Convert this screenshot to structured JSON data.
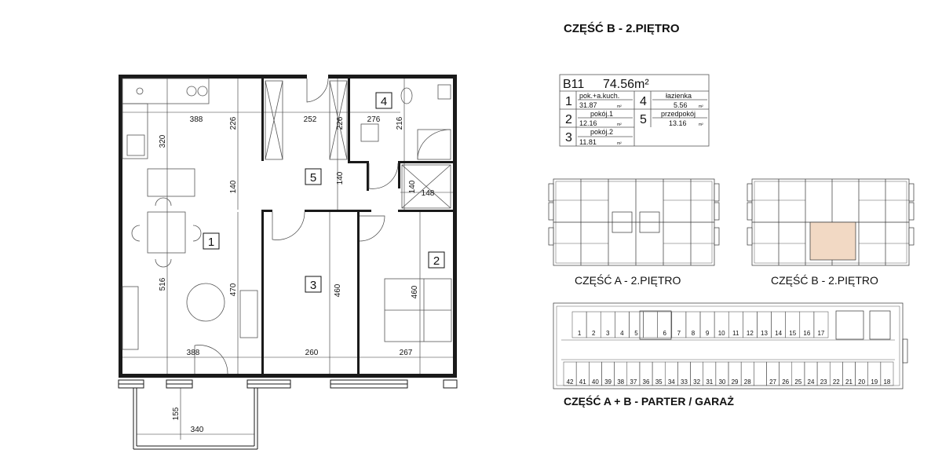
{
  "title_main": "CZĘŚĆ B - 2.PIĘTRO",
  "apartment": {
    "id": "B11",
    "area": "74.56m²",
    "rooms": [
      {
        "no": "1",
        "name": "pok.+a.kuch.",
        "area": "31.87",
        "unit": "m²"
      },
      {
        "no": "2",
        "name": "pokój.1",
        "area": "12.16",
        "unit": "m²"
      },
      {
        "no": "3",
        "name": "pokój.2",
        "area": "11.81",
        "unit": "m²"
      },
      {
        "no": "4",
        "name": "łazienka",
        "area": "5.56",
        "unit": "m²"
      },
      {
        "no": "5",
        "name": "przedpokój",
        "area": "13.16",
        "unit": "m²"
      }
    ]
  },
  "plan": {
    "room_labels": [
      "1",
      "2",
      "3",
      "4",
      "5"
    ],
    "dimensions": {
      "d388_top": "388",
      "d226_a": "226",
      "d252": "252",
      "d226_b": "226",
      "d276": "276",
      "d216": "216",
      "d320": "320",
      "d140_a": "140",
      "d140_b": "140",
      "d140_c": "140",
      "d148": "148",
      "d516": "516",
      "d470": "470",
      "d460_a": "460",
      "d460_b": "460",
      "d388_bot": "388",
      "d260": "260",
      "d267": "267",
      "d155": "155",
      "d340": "340"
    }
  },
  "keyplans": {
    "label_a": "CZĘŚĆ A  - 2.PIĘTRO",
    "label_b": "CZĘŚĆ B  - 2.PIĘTRO",
    "label_garage": "CZĘŚĆ A + B  - PARTER / GARAŻ",
    "highlight_color": "#f2d9c4"
  },
  "garage": {
    "top_row": [
      "1",
      "2",
      "3",
      "4",
      "5",
      "",
      "6",
      "7",
      "8",
      "9",
      "10",
      "11",
      "12",
      "13",
      "14",
      "15",
      "16",
      "17"
    ],
    "bottom_row": [
      "42",
      "41",
      "40",
      "39",
      "38",
      "37",
      "36",
      "35",
      "34",
      "33",
      "32",
      "31",
      "30",
      "29",
      "28",
      "",
      "27",
      "26",
      "25",
      "24",
      "23",
      "22",
      "21",
      "20",
      "19",
      "18"
    ]
  }
}
